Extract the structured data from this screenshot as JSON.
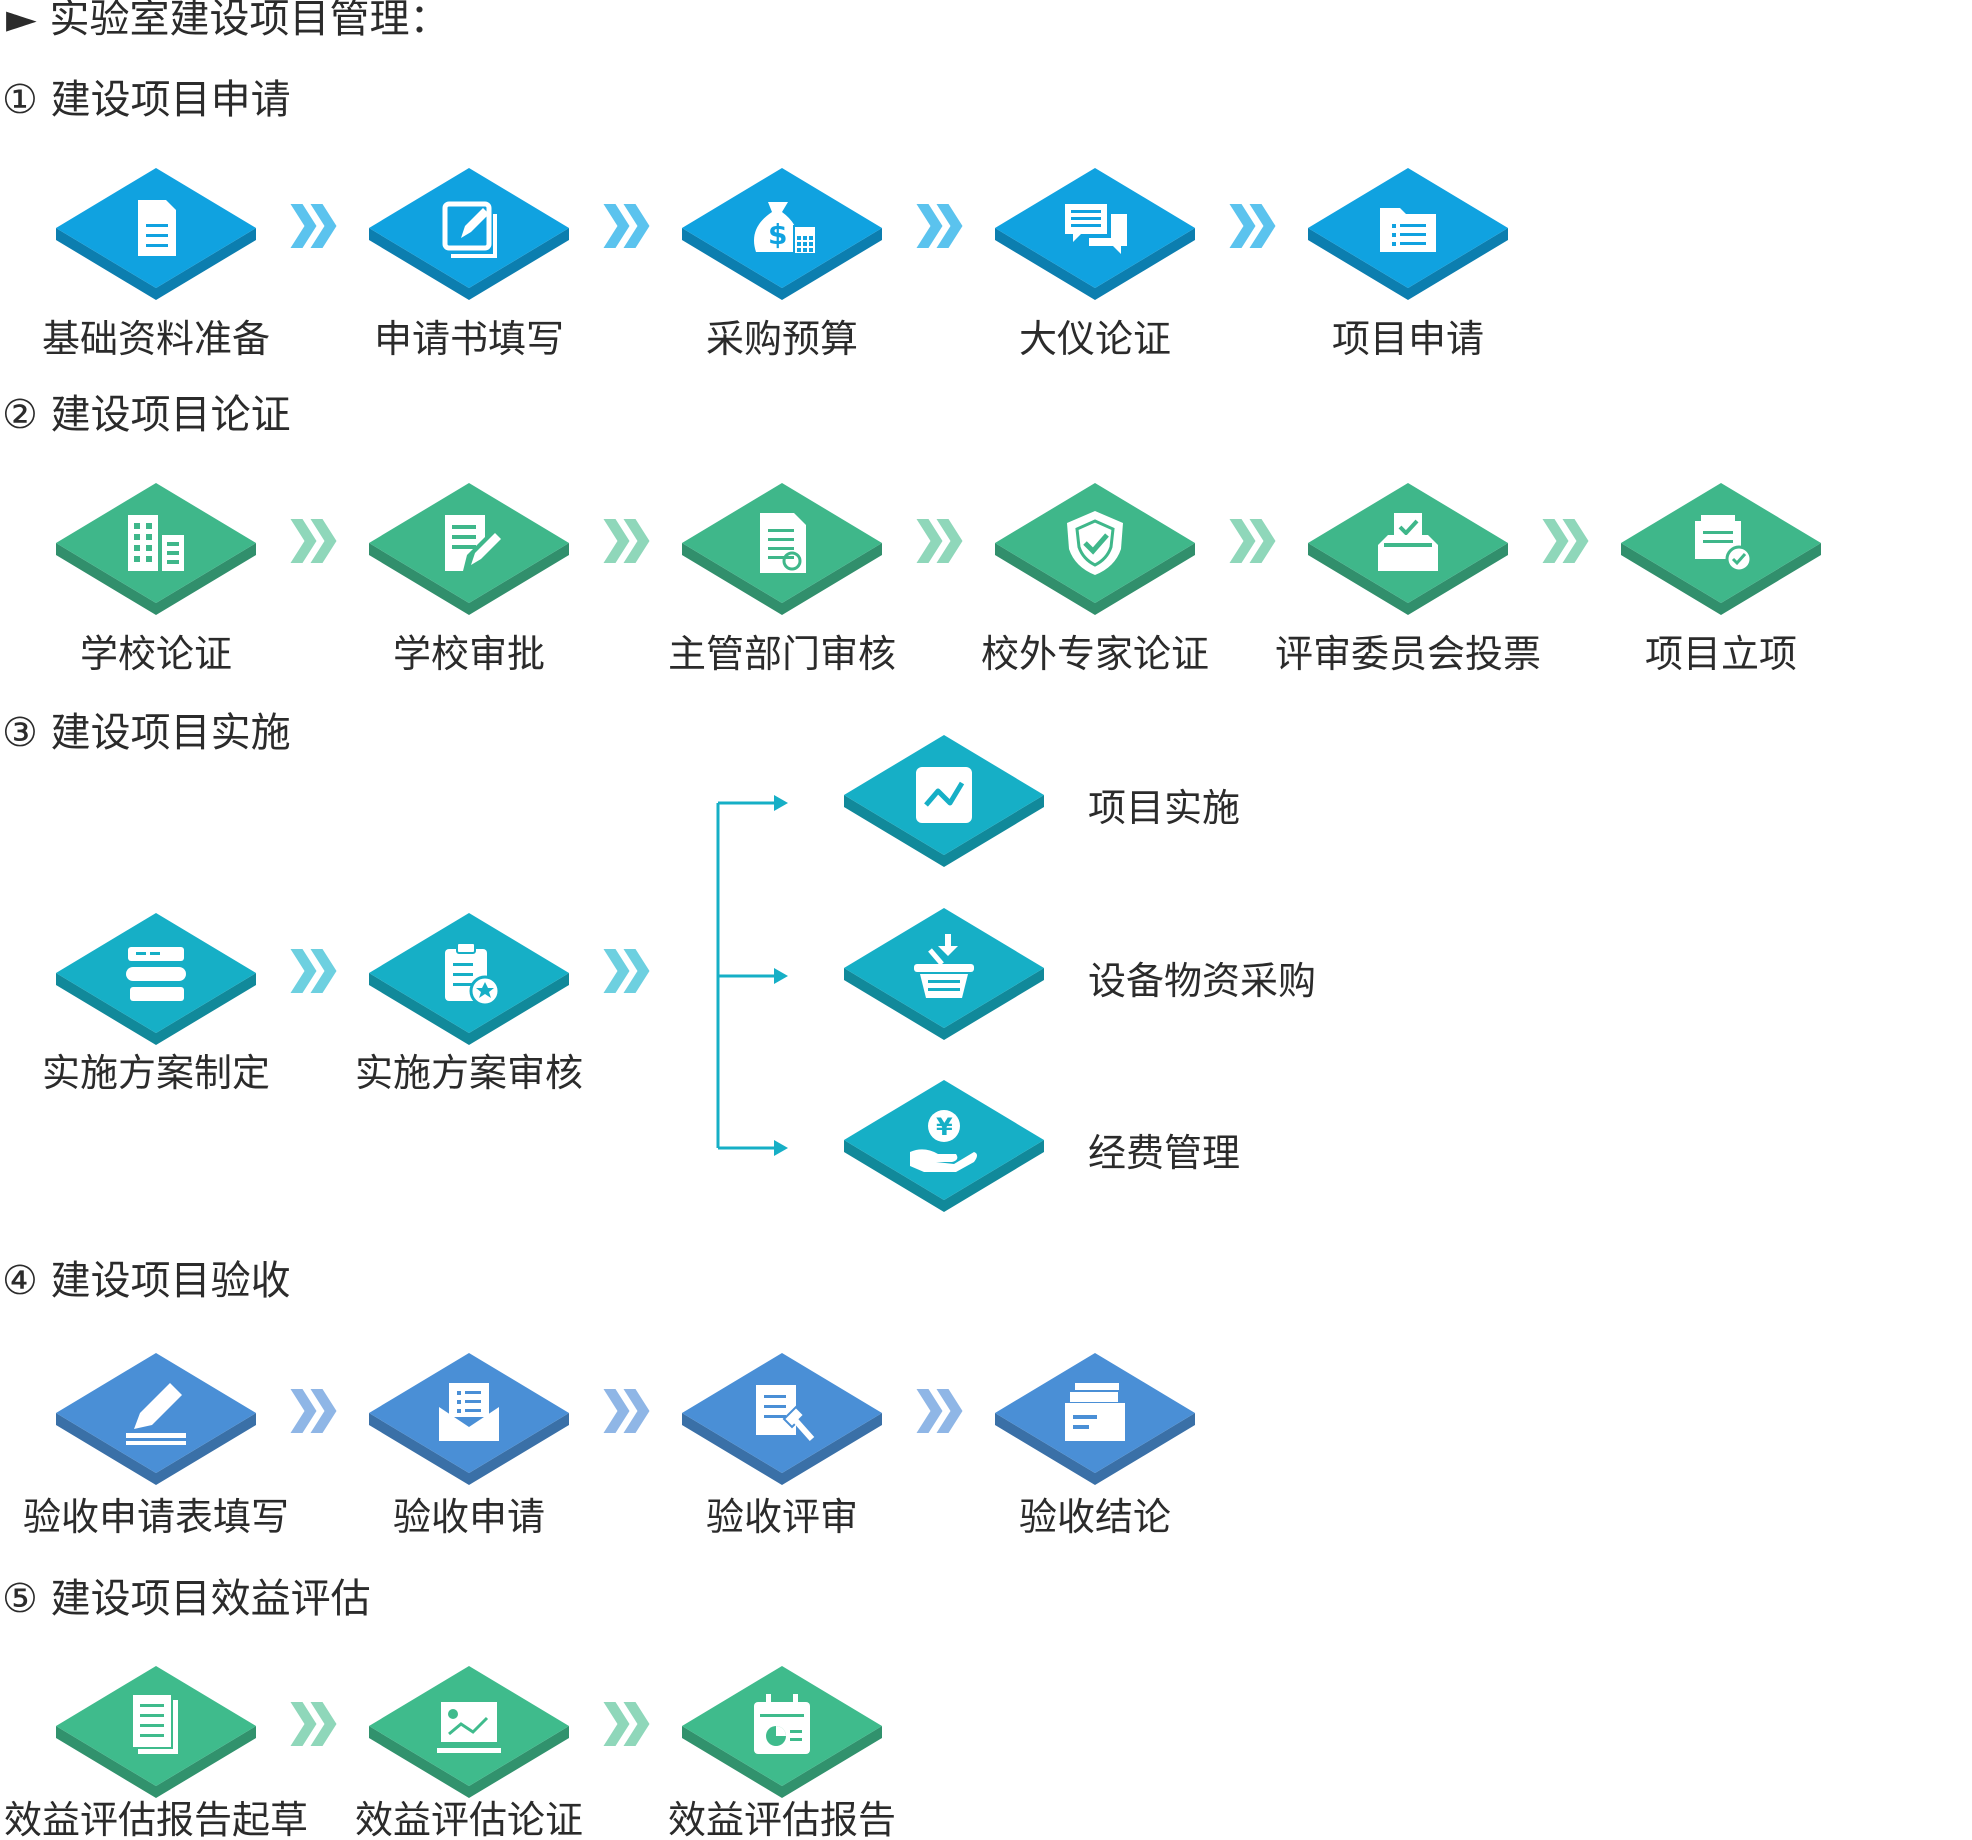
{
  "title": "► 实验室建设项目管理：",
  "colors": {
    "blue": "#10a2e0",
    "green": "#3fb78a",
    "teal": "#16afc6",
    "steel": "#4a8fd6",
    "mint": "#3fbb8c",
    "text": "#2b2b2b",
    "arrow_blue": "#5bc3ee",
    "arrow_green": "#8fd7ba",
    "arrow_teal": "#6dd0e0",
    "arrow_steel": "#8fb6e6",
    "connector": "#16afc6"
  },
  "sections": [
    {
      "heading": "① 建设项目申请",
      "color": "blue",
      "steps": [
        {
          "label": "基础资料准备",
          "icon": "document-icon"
        },
        {
          "label": "申请书填写",
          "icon": "edit-form-icon"
        },
        {
          "label": "采购预算",
          "icon": "money-bag-calculator-icon"
        },
        {
          "label": "大仪论证",
          "icon": "chat-discussion-icon"
        },
        {
          "label": "项目申请",
          "icon": "folder-list-icon"
        }
      ]
    },
    {
      "heading": "② 建设项目论证",
      "color": "green",
      "steps": [
        {
          "label": "学校论证",
          "icon": "building-icon"
        },
        {
          "label": "学校审批",
          "icon": "pen-approve-icon"
        },
        {
          "label": "主管部门审核",
          "icon": "document-seal-icon"
        },
        {
          "label": "校外专家论证",
          "icon": "shield-check-icon"
        },
        {
          "label": "评审委员会投票",
          "icon": "ballot-box-icon"
        },
        {
          "label": "项目立项",
          "icon": "approved-file-icon"
        }
      ]
    },
    {
      "heading": "③ 建设项目实施",
      "color": "teal",
      "steps": [
        {
          "label": "实施方案制定",
          "icon": "books-stack-icon"
        },
        {
          "label": "实施方案审核",
          "icon": "clipboard-star-icon"
        }
      ],
      "branches": [
        {
          "label": "项目实施",
          "icon": "line-chart-icon"
        },
        {
          "label": "设备物资采购",
          "icon": "shopping-basket-icon"
        },
        {
          "label": "经费管理",
          "icon": "yen-hand-icon"
        }
      ]
    },
    {
      "heading": "④ 建设项目验收",
      "color": "steel",
      "steps": [
        {
          "label": "验收申请表填写",
          "icon": "pencil-write-icon"
        },
        {
          "label": "验收申请",
          "icon": "envelope-letter-icon"
        },
        {
          "label": "验收评审",
          "icon": "gavel-review-icon"
        },
        {
          "label": "验收结论",
          "icon": "file-drawer-icon"
        }
      ]
    },
    {
      "heading": "⑤ 建设项目效益评估",
      "color": "mint",
      "steps": [
        {
          "label": "效益评估报告起草",
          "icon": "report-pages-icon"
        },
        {
          "label": "效益评估论证",
          "icon": "presentation-chart-icon"
        },
        {
          "label": "效益评估报告",
          "icon": "calendar-chart-icon"
        }
      ]
    }
  ]
}
